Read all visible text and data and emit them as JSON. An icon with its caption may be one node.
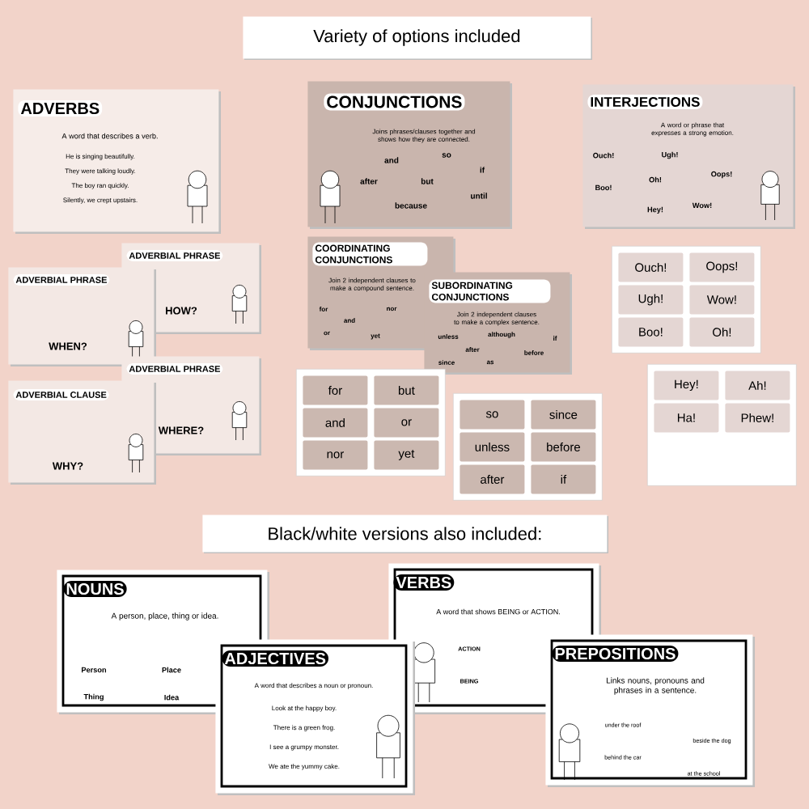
{
  "diagram": {
    "nodes": [
      {
        "text": [
          "Variety of options included"
        ]
      },
      {
        "text": [
          "ADVERBS",
          "A word that describes a verb.",
          "He is singing beautifully.",
          "They were talking loudly.",
          "The boy ran quickly.",
          "Silently, we crept upstairs."
        ]
      },
      {
        "text": [
          "ADVERBIAL PHRASE",
          "HOW?"
        ]
      },
      {
        "text": [
          "ADVERBIAL PHRASE",
          "WHEN?"
        ]
      },
      {
        "text": [
          "ADVERBIAL PHRASE",
          "WHERE?"
        ]
      },
      {
        "text": [
          "ADVERBIAL CLAUSE",
          "WHY?"
        ]
      },
      {
        "text": [
          "CONJUNCTIONS",
          "Joins phrases/clauses together and shows how they are connected.",
          "and",
          "so",
          "if",
          "after",
          "but",
          "until",
          "because"
        ]
      },
      {
        "text": [
          "INTERJECTIONS",
          "A word or phrase that expresses a strong emotion.",
          "Ouch!",
          "Ugh!",
          "Oops!",
          "Oh!",
          "Boo!",
          "Wow!",
          "Hey!"
        ]
      },
      {
        "text": [
          "COORDINATING CONJUNCTIONS",
          "Join 2 independent clauses to make a compound sentence.",
          "for",
          "and",
          "nor",
          "or",
          "yet"
        ]
      },
      {
        "text": [
          "SUBORDINATING CONJUNCTIONS",
          "Join 2 independent clauses to make a complex sentence.",
          "unless",
          "although",
          "if",
          "after",
          "before",
          "since",
          "as"
        ]
      },
      {
        "text": [],
        "shape": "box"
      },
      {
        "text": [
          "for"
        ],
        "in": 10
      },
      {
        "text": [
          "but"
        ],
        "in": 10
      },
      {
        "text": [
          "and"
        ],
        "in": 10
      },
      {
        "text": [
          "or"
        ],
        "in": 10
      },
      {
        "text": [
          "nor"
        ],
        "in": 10
      },
      {
        "text": [
          "yet"
        ],
        "in": 10
      },
      {
        "text": [],
        "shape": "box"
      },
      {
        "text": [
          "so"
        ],
        "in": 17
      },
      {
        "text": [
          "since"
        ],
        "in": 17
      },
      {
        "text": [
          "unless"
        ],
        "in": 17
      },
      {
        "text": [
          "before"
        ],
        "in": 17
      },
      {
        "text": [
          "after"
        ],
        "in": 17
      },
      {
        "text": [
          "if"
        ],
        "in": 17
      },
      {
        "text": [],
        "shape": "box"
      },
      {
        "text": [
          "Ouch!"
        ],
        "in": 24
      },
      {
        "text": [
          "Oops!"
        ],
        "in": 24
      },
      {
        "text": [
          "Ugh!"
        ],
        "in": 24
      },
      {
        "text": [
          "Wow!"
        ],
        "in": 24
      },
      {
        "text": [
          "Boo!"
        ],
        "in": 24
      },
      {
        "text": [
          "Oh!"
        ],
        "in": 24
      },
      {
        "text": [],
        "shape": "box"
      },
      {
        "text": [
          "Hey!"
        ],
        "in": 31
      },
      {
        "text": [
          "Ah!"
        ],
        "in": 31
      },
      {
        "text": [
          "Ha!"
        ],
        "in": 31
      },
      {
        "text": [
          "Phew!"
        ],
        "in": 31
      },
      {
        "text": [
          "Black/white versions also included:"
        ]
      },
      {
        "text": [
          "NOUNS",
          "A person, place, thing or idea.",
          "Person",
          "Place",
          "Thing",
          "Idea"
        ]
      },
      {
        "text": [
          "VERBS",
          "A word that shows BEING or ACTION.",
          "ACTION",
          "BEING"
        ]
      },
      {
        "text": [
          "ADJECTIVES",
          "A word that describes a noun or pronoun.",
          "Look at the happy boy.",
          "There is a green frog.",
          "I see a grumpy monster.",
          "We ate the yummy cake."
        ]
      },
      {
        "text": [
          "PREPOSITIONS",
          "Links nouns, pronouns and phrases in a sentence.",
          "under the roof",
          "beside the dog",
          "behind the car",
          "at the school"
        ]
      }
    ]
  }
}
